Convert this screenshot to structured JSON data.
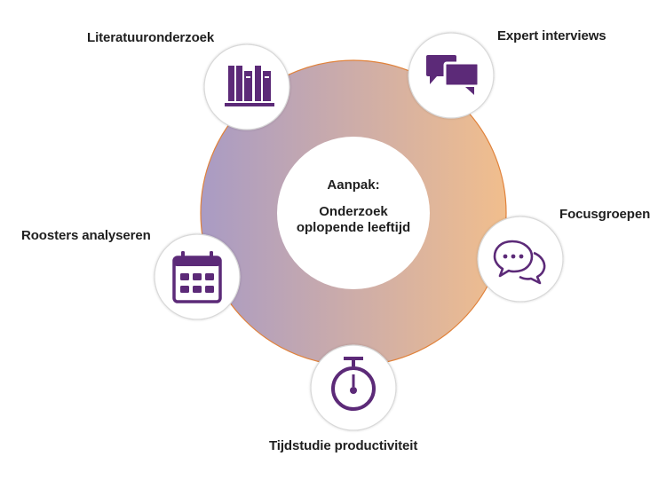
{
  "center": {
    "title": "Aanpak:",
    "subtitle_line1": "Onderzoek",
    "subtitle_line2": "oplopende leeftijd"
  },
  "nodes": {
    "literatuur": {
      "label": "Literatuuronderzoek",
      "icon": "books-icon"
    },
    "expert": {
      "label": "Expert interviews",
      "icon": "chat-bubbles-icon"
    },
    "focus": {
      "label": "Focusgroepen",
      "icon": "speech-bubbles-icon"
    },
    "tijdstudie": {
      "label": "Tijdstudie productiviteit",
      "icon": "stopwatch-icon"
    },
    "roosters": {
      "label": "Roosters analyseren",
      "icon": "calendar-icon"
    }
  },
  "colors": {
    "ring_left": "#a99bc4",
    "ring_right": "#f1be8d",
    "ring_stroke": "#e0823b",
    "icon": "#5c2a78",
    "circle_border": "#d8d8d8"
  }
}
